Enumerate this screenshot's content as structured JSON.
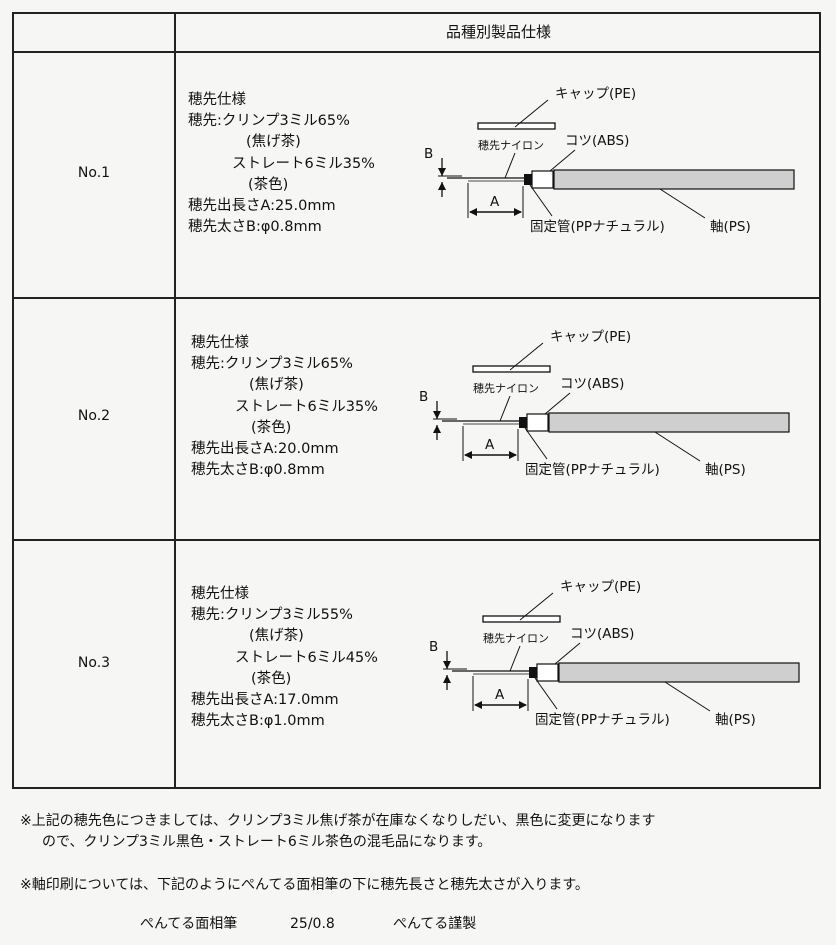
{
  "title": "品種別製品仕様",
  "rows": [
    {
      "no": "No.1",
      "heading": "穂先仕様",
      "tip": "穂先:クリンプ3ミル65%",
      "tip_color": "(焦げ茶)",
      "straight": "ストレート6ミル35%",
      "straight_color": "(茶色)",
      "length": "穂先出長さA:25.0mm",
      "thickness": "穂先太さB:φ0.8mm"
    },
    {
      "no": "No.2",
      "heading": "穂先仕様",
      "tip": "穂先:クリンプ3ミル65%",
      "tip_color": "(焦げ茶)",
      "straight": "ストレート6ミル35%",
      "straight_color": "(茶色)",
      "length": "穂先出長さA:20.0mm",
      "thickness": "穂先太さB:φ0.8mm"
    },
    {
      "no": "No.3",
      "heading": "穂先仕様",
      "tip": "穂先:クリンプ3ミル55%",
      "tip_color": "(焦げ茶)",
      "straight": "ストレート6ミル45%",
      "straight_color": "(茶色)",
      "length": "穂先出長さA:17.0mm",
      "thickness": "穂先太さB:φ1.0mm"
    }
  ],
  "diagram": {
    "cap": "キャップ(PE)",
    "nylon": "穂先ナイロン",
    "kotsu": "コツ(ABS)",
    "ferrule": "固定管(PPナチュラル)",
    "shaft": "軸(PS)",
    "dim_a": "A",
    "dim_b": "B"
  },
  "notes": {
    "note1_line1": "※上記の穂先色につきましては、クリンプ3ミル焦げ茶が在庫なくなりしだい、黒色に変更になります",
    "note1_line2": "ので、クリンプ3ミル黒色・ストレート6ミル茶色の混毛品になります。",
    "note2": "※軸印刷については、下記のようにぺんてる面相筆の下に穂先長さと穂先太さが入ります。",
    "print_name": "ぺんてる面相筆",
    "print_spec": "25/0.8",
    "print_maker": "ぺんてる謹製"
  }
}
